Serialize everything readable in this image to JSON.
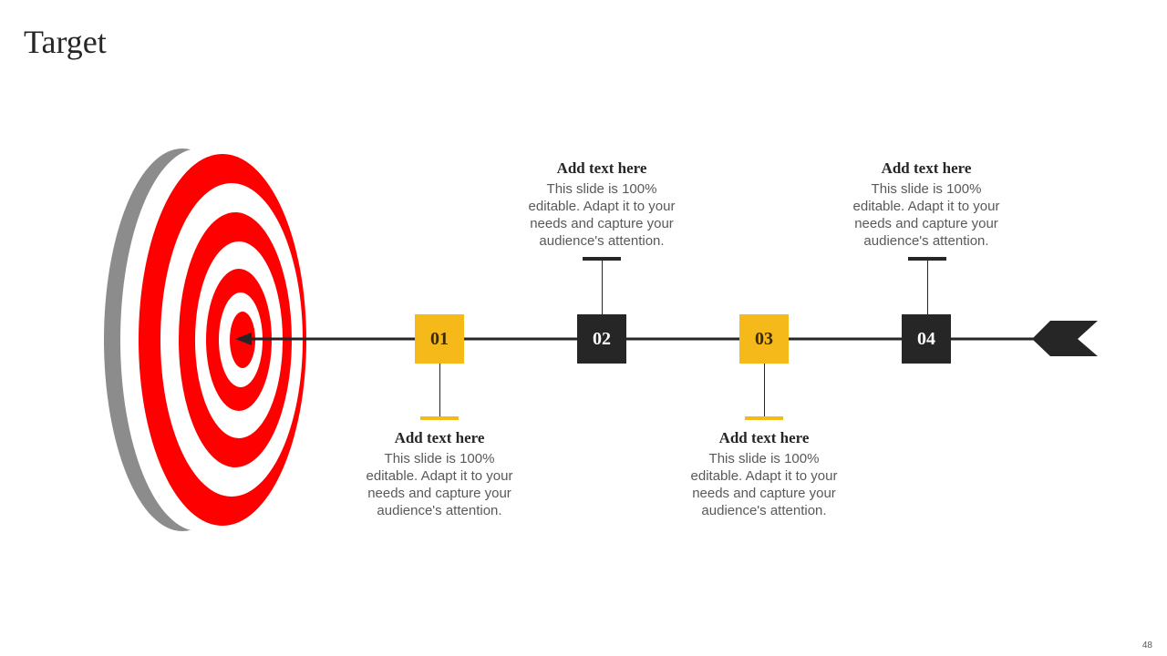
{
  "slide": {
    "title": "Target",
    "page_number": "48"
  },
  "colors": {
    "accent_yellow": "#f6b91a",
    "dark": "#262626",
    "target_red": "#ff0000",
    "target_shadow": "#8c8c8c"
  },
  "steps": [
    {
      "number": "01",
      "heading": "Add text here",
      "body": "This slide is 100% editable. Adapt it to your needs and capture your audience's attention."
    },
    {
      "number": "02",
      "heading": "Add text here",
      "body": "This slide is 100% editable. Adapt it to your needs and capture your audience's attention."
    },
    {
      "number": "03",
      "heading": "Add text here",
      "body": "This slide is 100% editable. Adapt it to your needs and capture your audience's attention."
    },
    {
      "number": "04",
      "heading": "Add text here",
      "body": "This slide is 100% editable. Adapt it to your needs and capture your audience's attention."
    }
  ]
}
